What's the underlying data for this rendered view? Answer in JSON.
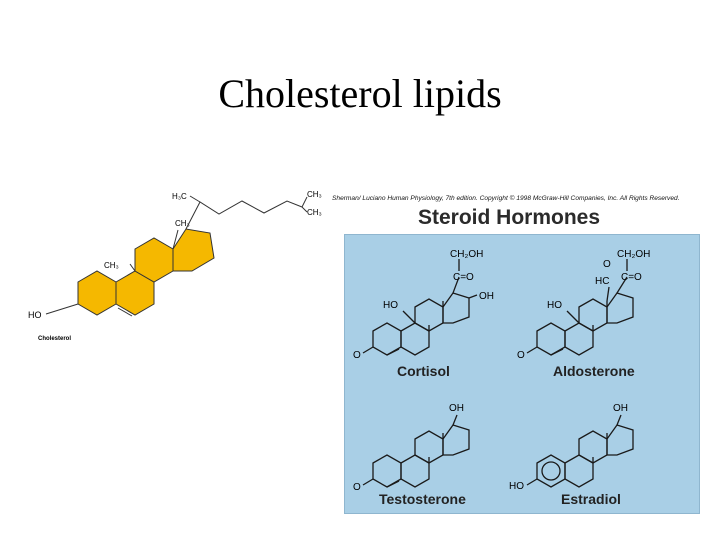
{
  "slide": {
    "title": "Cholesterol lipids"
  },
  "cholesterol": {
    "label": "Cholesterol",
    "h3c": "H₃C",
    "ch3_side_top": "CH₃",
    "ch3_side_bottom": "CH₃",
    "ch3_ring_upper": "CH₃",
    "ch3_ring_lower": "CH₃",
    "ho": "HO",
    "ring_color": "#f5b800"
  },
  "figure": {
    "credit": "Sherman/ Luciano Human Physiology, 7th edition. Copyright © 1998 McGraw-Hill Companies, Inc. All Rights Reserved.",
    "title": "Steroid Hormones",
    "panel_color": "#a9cfe6"
  },
  "hormones": {
    "cortisol": {
      "name": "Cortisol",
      "ch2oh": "CH₂OH",
      "c_o": "C=O",
      "ho": "HO",
      "oh": "OH",
      "o": "O"
    },
    "aldosterone": {
      "name": "Aldosterone",
      "ch2oh": "CH₂OH",
      "o_top": "O",
      "hc": "HC",
      "c_o": "C=O",
      "ho": "HO",
      "o": "O"
    },
    "testosterone": {
      "name": "Testosterone",
      "oh": "OH",
      "o": "O"
    },
    "estradiol": {
      "name": "Estradiol",
      "oh": "OH",
      "ho": "HO"
    }
  }
}
